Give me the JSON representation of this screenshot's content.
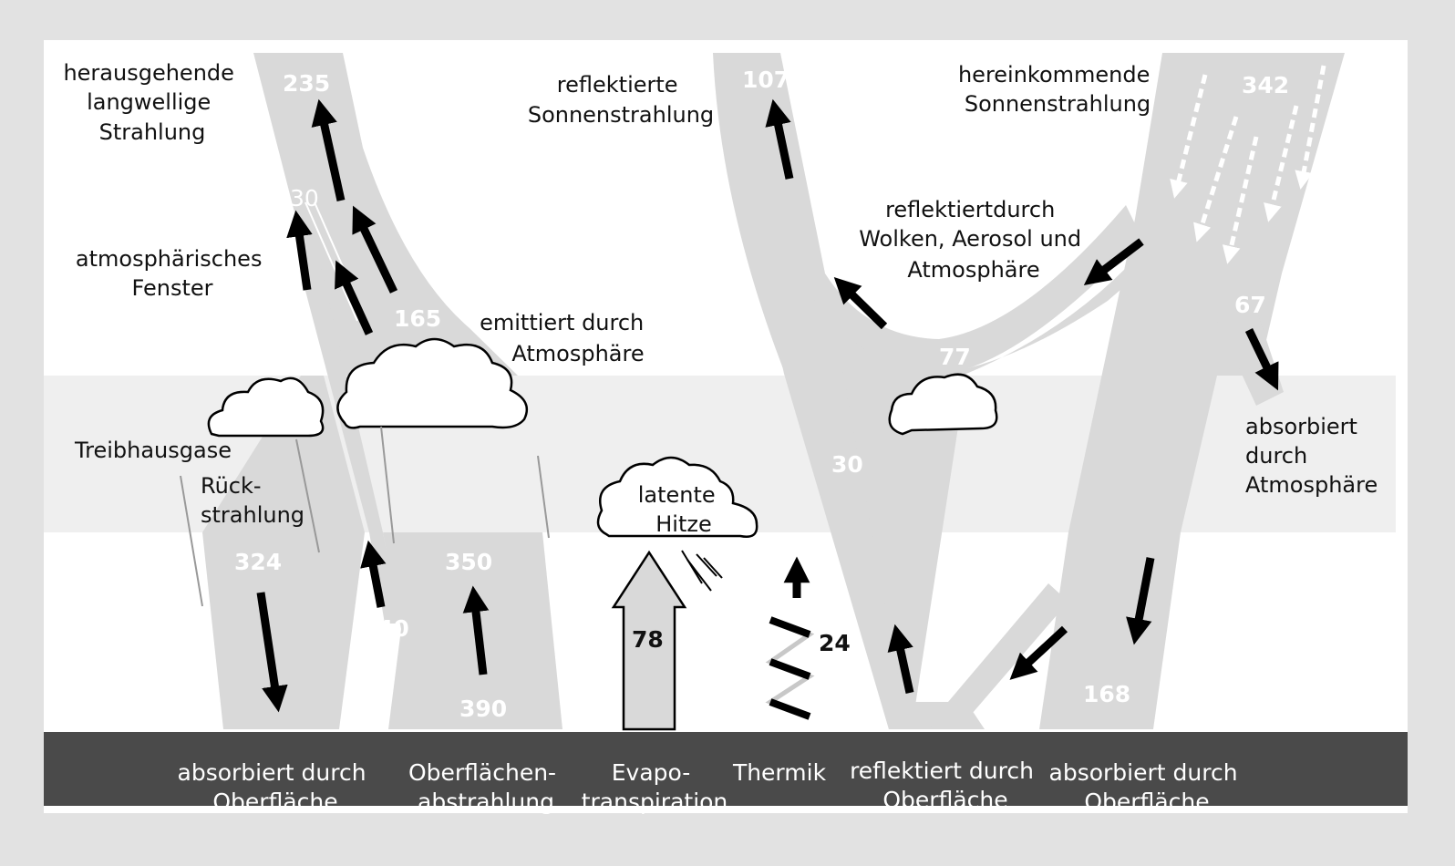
{
  "labels": {
    "outgoing_lw": [
      "herausgehende",
      "langwellige",
      "Strahlung"
    ],
    "reflected_solar": [
      "reflektierte",
      "Sonnenstrahlung"
    ],
    "incoming_solar": [
      "hereinkommende",
      "Sonnenstrahlung"
    ],
    "reflected_clouds": [
      "reflektiertdurch",
      "Wolken, Aerosol und",
      "Atmosphäre"
    ],
    "atm_window": [
      "atmosphärisches",
      "Fenster"
    ],
    "emitted_atm": [
      "emittiert durch",
      "Atmosphäre"
    ],
    "absorbed_atm": [
      "absorbiert",
      "durch",
      "Atmosphäre"
    ],
    "greenhouse": "Treibhausgase",
    "back_radiation": [
      "Rück-",
      "strahlung"
    ],
    "latent_heat": [
      "latente",
      "Hitze"
    ]
  },
  "values": {
    "outgoing": "235",
    "window_top": "30",
    "emitted": "165",
    "reflected": "107",
    "incoming": "342",
    "cloud_reflect": "77",
    "absorbed_atm": "67",
    "atm_reflect": "30",
    "back_rad": "324",
    "surface_rad": "350",
    "window_bottom": "40",
    "surface_emit": "390",
    "evapo": "78",
    "thermals": "24",
    "absorbed_surface": "168"
  },
  "ground_labels": {
    "absorbed_surface_left": [
      "absorbiert durch",
      "Oberfläche"
    ],
    "surface_radiation": [
      "Oberflächen-",
      "abstrahlung"
    ],
    "evapotranspiration": [
      "Evapo-",
      "transpiration"
    ],
    "thermals": "Thermik",
    "reflected_surface": [
      "reflektiert durch",
      "Oberfläche"
    ],
    "absorbed_surface_right": [
      "absorbiert durch",
      "Oberfläche"
    ]
  },
  "colors": {
    "background": "#e2e2e2",
    "panel": "#ffffff",
    "flow": "#d9d9d9",
    "atmosphere_band": "#efefef",
    "ground": "#4a4a4a",
    "arrow": "#000000"
  }
}
